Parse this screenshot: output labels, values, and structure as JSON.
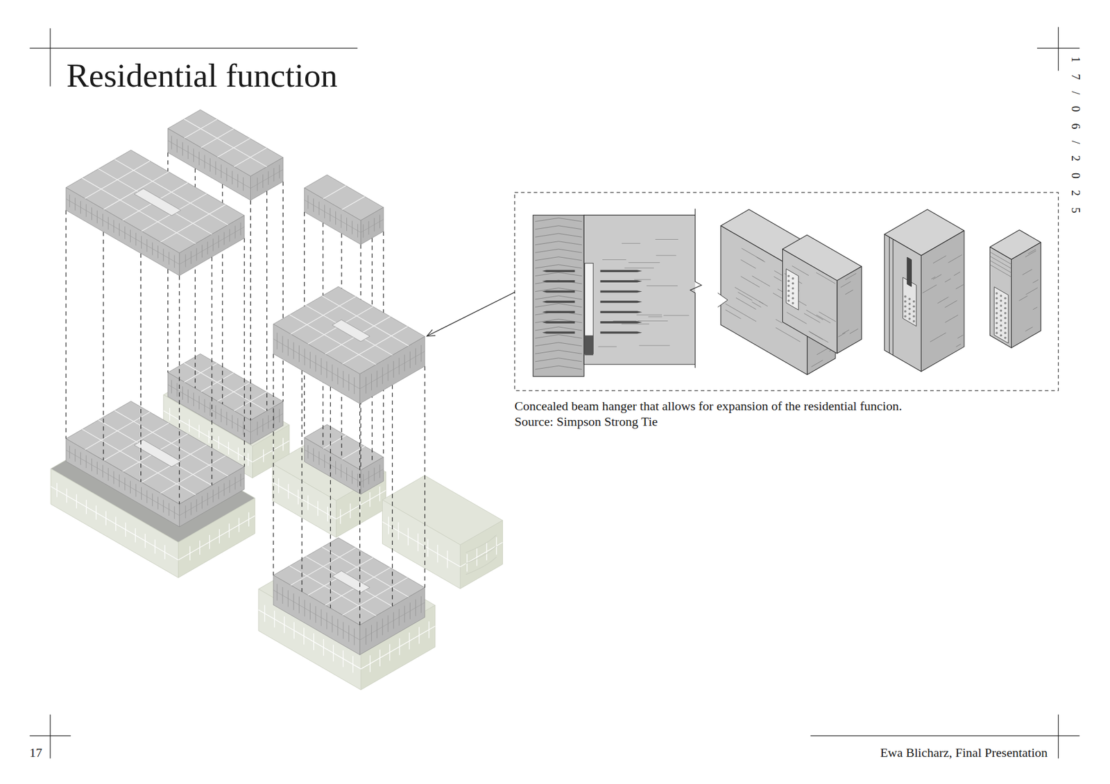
{
  "diagram": {
    "title": "Residential function",
    "caption": "Concealed beam hanger that allows for expansion of the residential funcion.",
    "labels": [
      "Source: Simpson Strong Tie",
      "17/06/2025",
      "17",
      "Ewa Blicharz, Final Presentation"
    ]
  }
}
